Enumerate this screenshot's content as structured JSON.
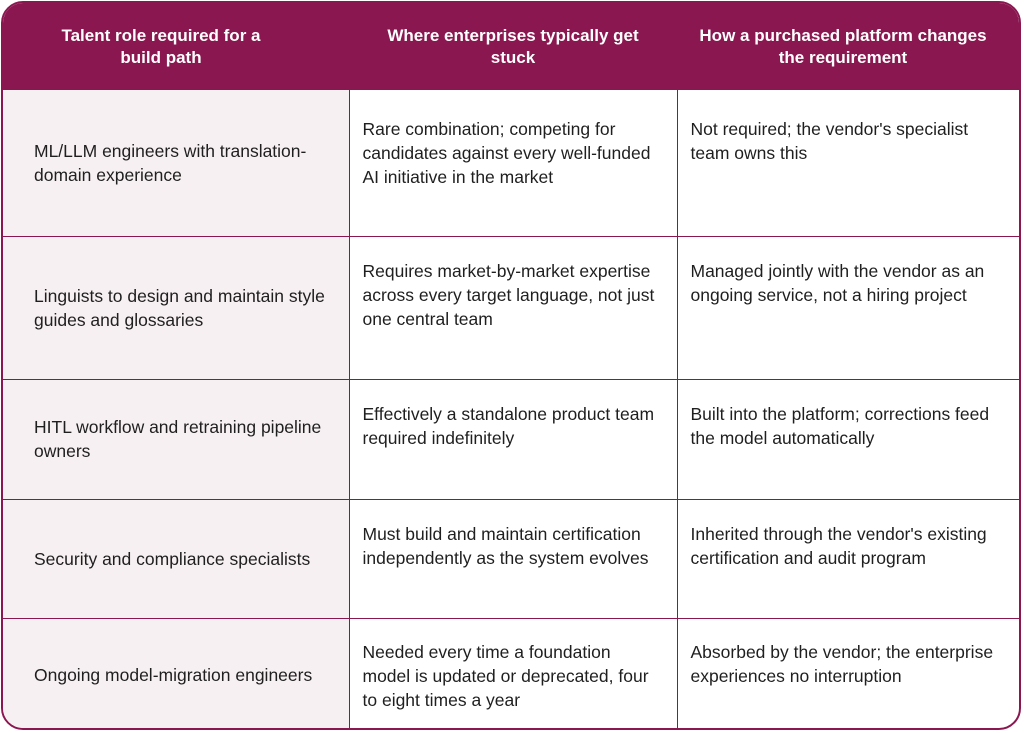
{
  "colors": {
    "header_bg": "#8a1750",
    "header_text": "#ffffff",
    "first_column_bg": "#f7f0f2",
    "border": "#8a1750",
    "body_text": "#1f1f1f"
  },
  "headers": [
    "Talent role required for a build path",
    "Where enterprises typically get stuck",
    "How a purchased platform changes the requirement"
  ],
  "rows": [
    {
      "role": "ML/LLM engineers with translation-domain experience",
      "stuck": "Rare combination; competing for candidates against every well-funded AI initiative in the market",
      "platform": "Not required; the vendor's specialist team owns this"
    },
    {
      "role": "Linguists to design and maintain style guides and glossaries",
      "stuck": "Requires market-by-market expertise across every target language, not just one central team",
      "platform": "Managed jointly with the vendor as an ongoing service, not a hiring project"
    },
    {
      "role": "HITL workflow and retraining pipeline owners",
      "stuck": "Effectively a standalone product team required indefinitely",
      "platform": "Built into the platform; corrections feed the model automatically"
    },
    {
      "role": "Security and compliance specialists",
      "stuck": "Must build and maintain certification independently as the system evolves",
      "platform": "Inherited through the vendor's existing certification and audit program"
    },
    {
      "role": "Ongoing model-migration engineers",
      "stuck": "Needed every time a foundation model is updated or deprecated, four to eight times a year",
      "platform": "Absorbed by the vendor; the enterprise experiences no interruption"
    }
  ]
}
